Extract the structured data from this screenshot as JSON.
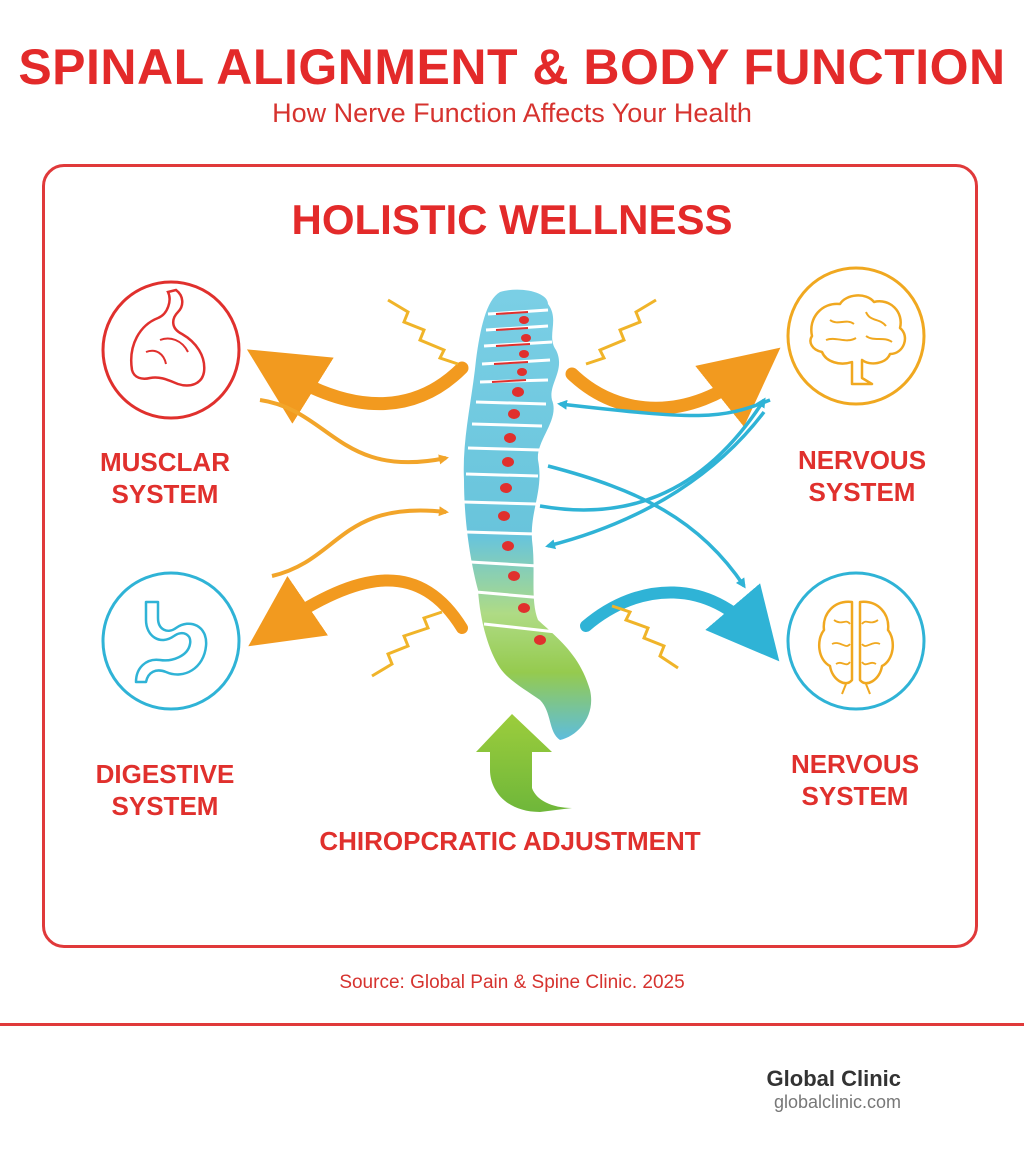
{
  "header": {
    "title": "SPINAL ALIGNMENT & BODY FUNCTION",
    "subtitle": "How Nerve Function Affects Your Health"
  },
  "panel": {
    "title": "HOLISTIC WELLNESS",
    "systems": {
      "muscular": {
        "line1": "MUSCLAR",
        "line2": "SYSTEM",
        "icon": "flexed-arm-icon",
        "color": "#e0302d"
      },
      "digestive": {
        "line1": "DIGESTIVE",
        "line2": "SYSTEM",
        "icon": "stomach-icon",
        "color": "#2fb3d6"
      },
      "nervous_top": {
        "line1": "NERVOUS",
        "line2": "SYSTEM",
        "icon": "brain-side-icon",
        "color": "#f0a820"
      },
      "nervous_bottom": {
        "line1": "NERVOUS",
        "line2": "SYSTEM",
        "icon": "brain-top-icon",
        "color": "#2fb3d6"
      }
    },
    "adjustment_label": "CHIROPCRATIC ADJUSTMENT"
  },
  "footer": {
    "source": "Source: Global Pain & Spine Clinic. 2025",
    "brand_name": "Global Clinic",
    "brand_url": "globalclinic.com"
  },
  "colors": {
    "red": "#e32a2a",
    "orange": "#f29a1f",
    "blue": "#2fb3d6",
    "green": "#8cc63f",
    "yellow": "#f0b429"
  }
}
